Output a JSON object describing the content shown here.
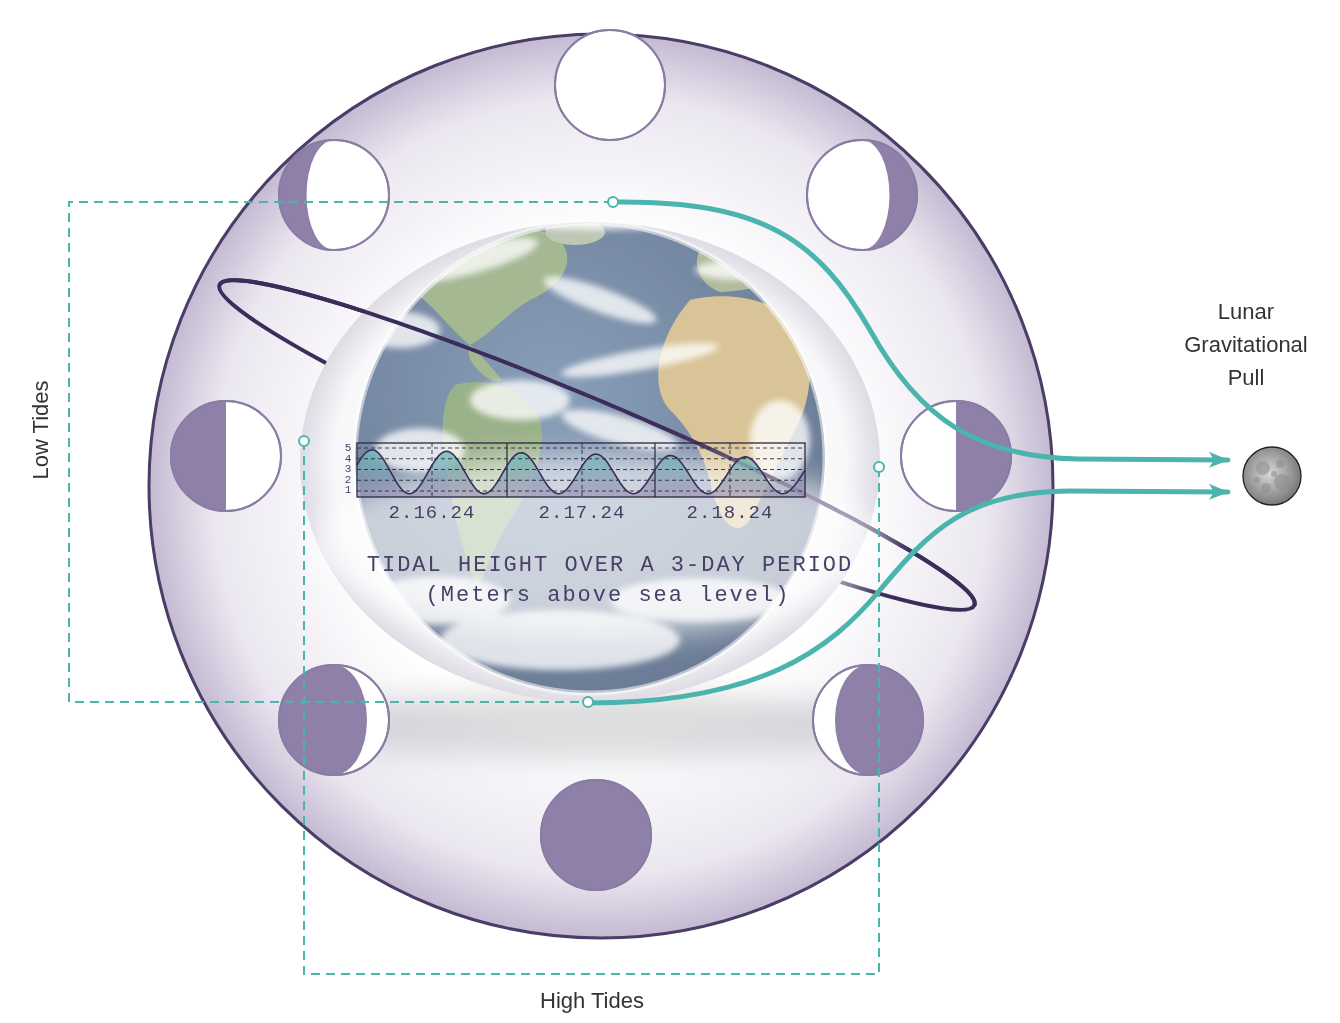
{
  "diagram": {
    "nodes": [
      {
        "text": [
          "Low Tides"
        ]
      },
      {
        "text": [
          "High Tides"
        ]
      },
      {
        "text": [
          "Lunar Gravitational Pull"
        ]
      }
    ],
    "edges": [
      {
        "from": 0,
        "to": 2,
        "arrow": "to"
      },
      {
        "from": 0,
        "to": 2,
        "arrow": "to"
      }
    ],
    "labels": [
      "5",
      "4",
      "3",
      "2",
      "1",
      "2.16.24",
      "2.17.24",
      "2.18.24",
      "TIDAL HEIGHT OVER A 3-DAY PERIOD",
      "(Meters above sea level)"
    ]
  }
}
